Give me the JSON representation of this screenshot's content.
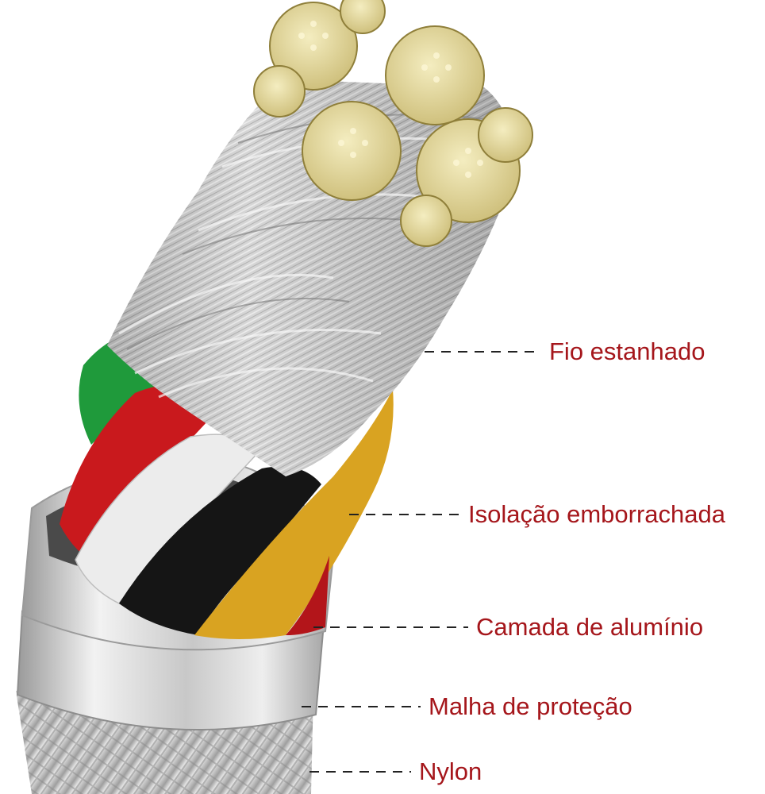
{
  "colors": {
    "label_text": "#a5161b",
    "leader_line": "#222222",
    "conductor_copper": "#e9dca0",
    "tinned_wire": "#c4c4c4",
    "insulation_green": "#1f9a3b",
    "insulation_red": "#c9191d",
    "insulation_white": "#ececec",
    "insulation_black": "#151515",
    "insulation_yellow": "#d9a321",
    "aluminum_layer": "#d3d3d3"
  },
  "labels": [
    {
      "id": "tinned-wire",
      "text": "Fio estanhado"
    },
    {
      "id": "rubber-insulation",
      "text": "Isolação emborrachada"
    },
    {
      "id": "aluminum-layer",
      "text": "Camada de alumínio"
    },
    {
      "id": "shield-braid",
      "text": "Malha de proteção"
    },
    {
      "id": "nylon",
      "text": "Nylon"
    }
  ]
}
